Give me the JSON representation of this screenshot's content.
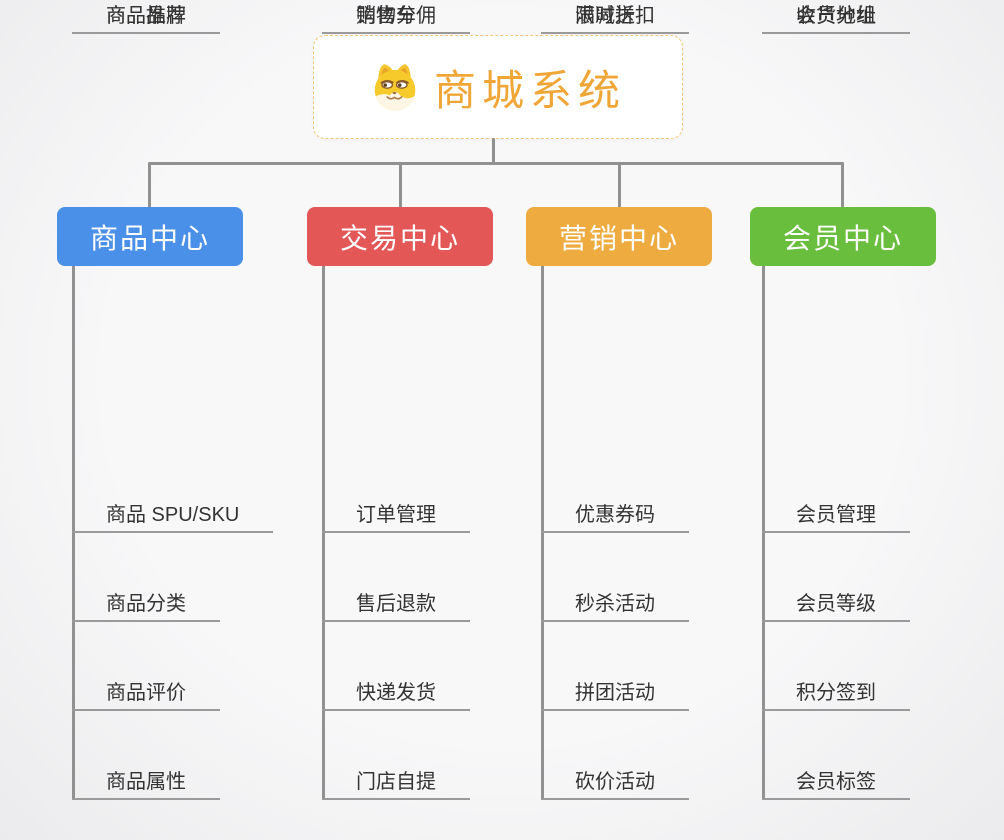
{
  "root": {
    "title": "商城系统",
    "icon": "shiba-dog-icon",
    "text_color": "#f0a636",
    "border_color": "#f2c679"
  },
  "colors": {
    "connector": "#919191",
    "underline": "#9a9a9a",
    "item_text": "#333333",
    "background": "#f6f6f7"
  },
  "branches": [
    {
      "label": "商品中心",
      "color": "#4a8fe8",
      "items": [
        "商品 SPU/SKU",
        "商品分类",
        "商品评价",
        "商品属性",
        "商品推荐",
        "商品品牌"
      ]
    },
    {
      "label": "交易中心",
      "color": "#e35757",
      "items": [
        "订单管理",
        "售后退款",
        "快递发货",
        "门店自提",
        "购物车",
        "销售分佣"
      ]
    },
    {
      "label": "营销中心",
      "color": "#eeab3f",
      "items": [
        "优惠券码",
        "秒杀活动",
        "拼团活动",
        "砍价活动",
        "限时折扣",
        "满减送"
      ]
    },
    {
      "label": "会员中心",
      "color": "#6abe3e",
      "items": [
        "会员管理",
        "会员等级",
        "积分签到",
        "会员标签",
        "会员分组",
        "收货地址"
      ]
    }
  ]
}
